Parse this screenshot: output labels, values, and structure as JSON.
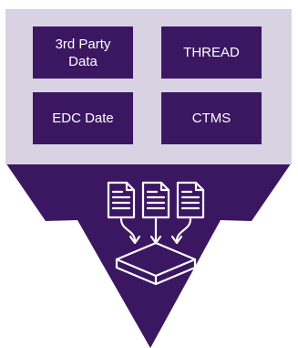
{
  "colors": {
    "panel": "#d8d2e3",
    "tile": "#3b1762",
    "arrow": "#3b1762",
    "icon": "#ffffff"
  },
  "sources": [
    {
      "label": "3rd Party Data"
    },
    {
      "label": "THREAD"
    },
    {
      "label": "EDC Date"
    },
    {
      "label": "CTMS"
    }
  ],
  "icons": {
    "documents": "document-icon",
    "tray": "inbox-tray-icon",
    "merge_arrows": "arrow-down-icon"
  }
}
